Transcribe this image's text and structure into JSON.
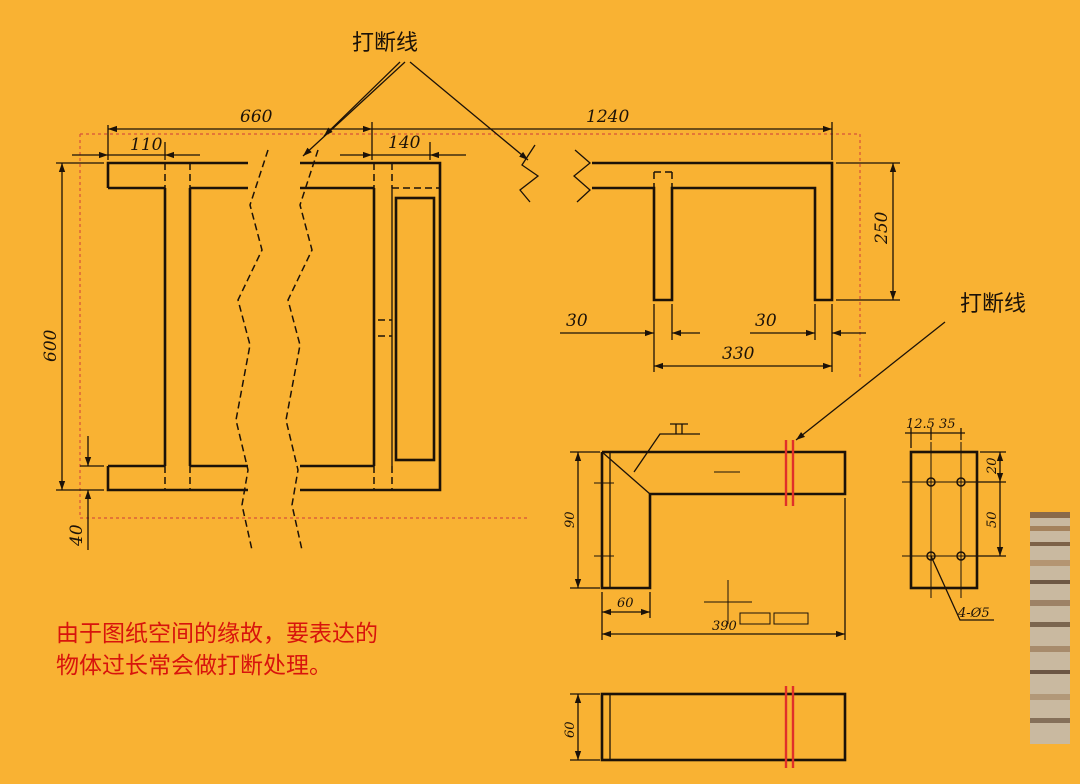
{
  "callouts": {
    "top": "打断线",
    "right": "打断线"
  },
  "dimensions": {
    "d660": "660",
    "d110": "110",
    "d140": "140",
    "d1240": "1240",
    "d600": "600",
    "d40": "40",
    "d250": "250",
    "d30_left": "30",
    "d30_right": "30",
    "d330": "330",
    "d90": "90",
    "d60_horizontal": "60",
    "d390": "390",
    "d60_vertical": "60",
    "d12_5": "12.5",
    "d35": "35",
    "d20": "20",
    "d50": "50",
    "holes": "4-Ø5",
    "weld_mark": "Ⅱ"
  },
  "note": {
    "line1": "由于图纸空间的缘故，要表达的",
    "line2": "物体过长常会做打断处理。"
  },
  "colors": {
    "background": "#f9b233",
    "lines": "#1c1208",
    "note_text": "#d8140c",
    "break_marks": "#e0302a",
    "reference_dashes": "#d8533a"
  }
}
